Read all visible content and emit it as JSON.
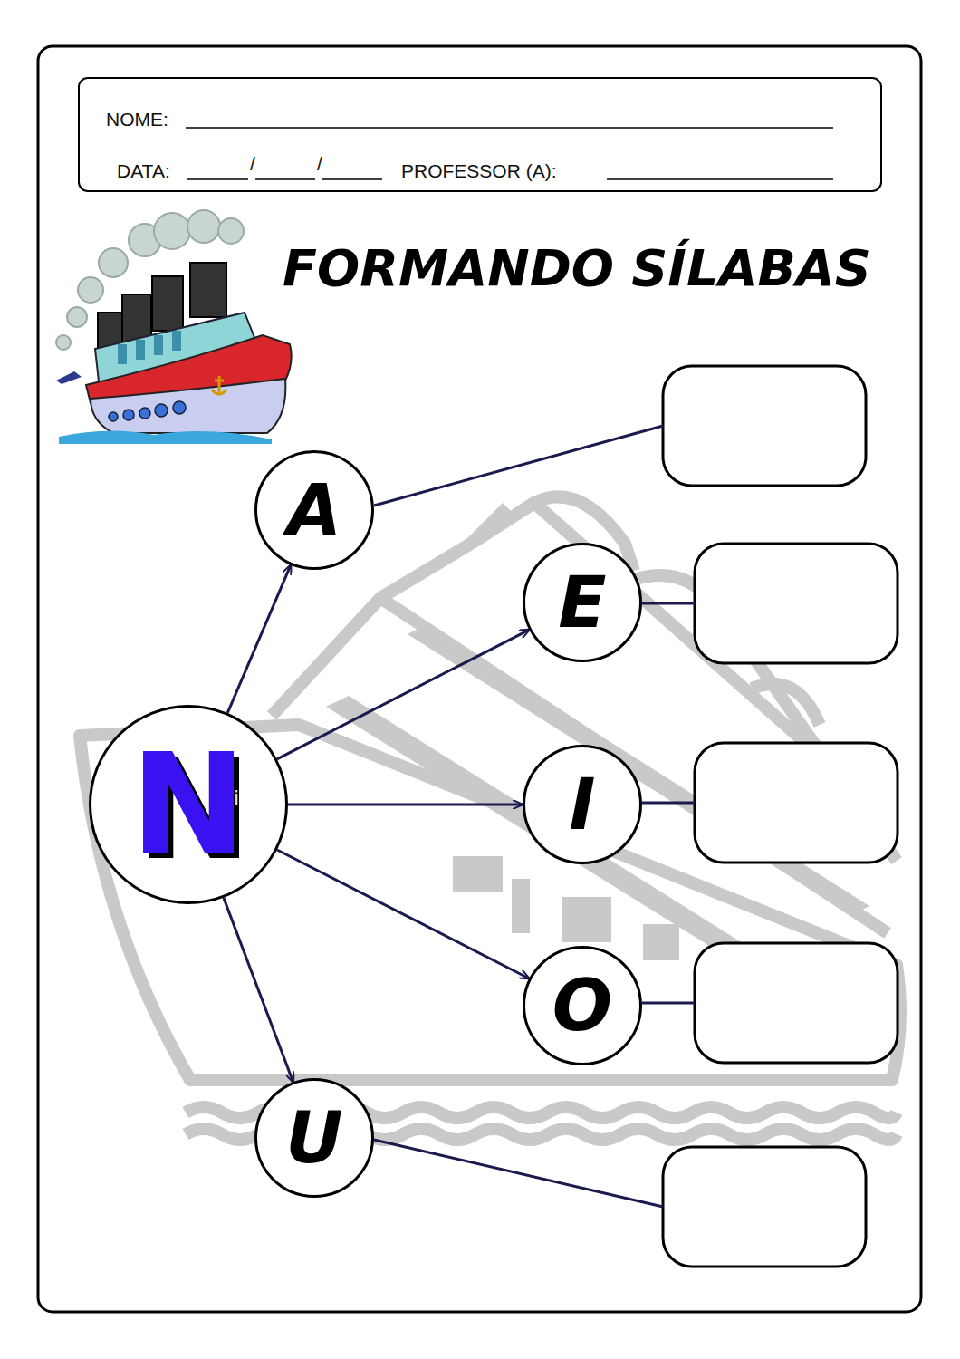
{
  "diagram": {
    "title": "FORMANDO SÍLABAS",
    "nodes": [
      {
        "text": [
          "NOME:",
          "DATA:",
          "/",
          "/",
          "PROFESSOR (A):"
        ]
      },
      {
        "text": [
          "A"
        ]
      },
      {
        "text": [
          "E"
        ]
      },
      {
        "text": [
          "N",
          "i"
        ]
      },
      {
        "text": [
          "I"
        ]
      },
      {
        "text": [
          "O"
        ]
      },
      {
        "text": [
          "U"
        ]
      }
    ],
    "edges": [
      {
        "from": 3,
        "to": 1,
        "arrow": "to"
      },
      {
        "from": 3,
        "to": 2,
        "arrow": "to"
      },
      {
        "from": 3,
        "to": 4,
        "arrow": "to"
      },
      {
        "from": 3,
        "to": 5,
        "arrow": "to"
      },
      {
        "from": 3,
        "to": 6,
        "arrow": "to"
      }
    ]
  }
}
